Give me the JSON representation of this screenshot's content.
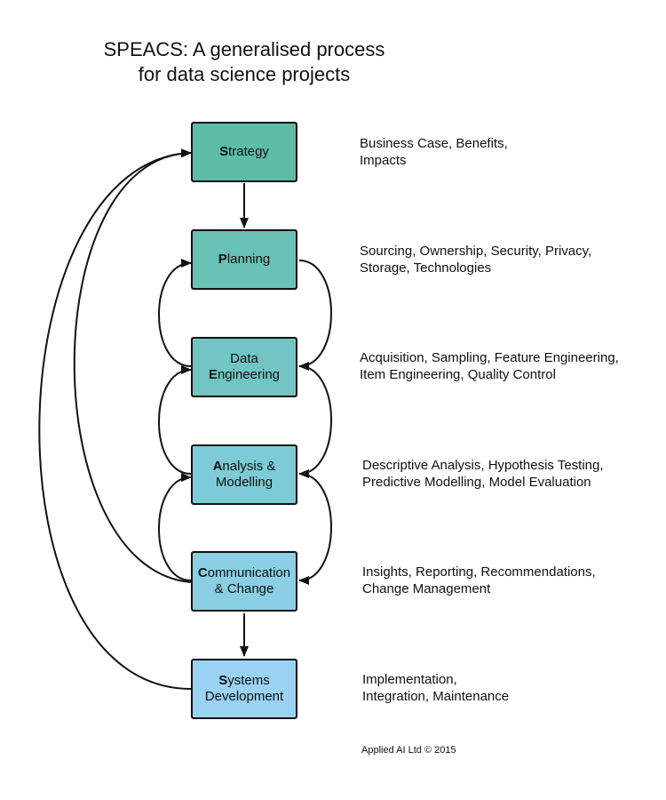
{
  "title": {
    "line1": "SPEACS: A generalised process",
    "line2": "for data science projects"
  },
  "colors": {
    "strategy": "#5dbda7",
    "planning": "#68c2b5",
    "data_engineering": "#72c5c3",
    "analysis_modelling": "#7ccbd6",
    "communication_change": "#8acfe4",
    "systems_development": "#9bd2f2",
    "stroke": "#111111"
  },
  "stages": [
    {
      "id": "strategy",
      "lead": "S",
      "rest1": "trategy",
      "line2": "",
      "desc1": "Business Case, Benefits,",
      "desc2": "Impacts"
    },
    {
      "id": "planning",
      "lead": "P",
      "rest1": "lanning",
      "line2": "",
      "desc1": "Sourcing, Ownership, Security, Privacy,",
      "desc2": "Storage, Technologies"
    },
    {
      "id": "data_engineering",
      "line1": "Data",
      "lead": "E",
      "rest2": "ngineering",
      "desc1": "Acquisition, Sampling, Feature Engineering,",
      "desc2": "Item Engineering, Quality Control"
    },
    {
      "id": "analysis_modelling",
      "lead": "A",
      "rest1": "nalysis &",
      "line2": "Modelling",
      "desc1": "Descriptive Analysis, Hypothesis Testing,",
      "desc2": "Predictive Modelling, Model Evaluation"
    },
    {
      "id": "communication_change",
      "lead": "C",
      "rest1": "ommunication",
      "line2": "& Change",
      "desc1": "Insights, Reporting, Recommendations,",
      "desc2": "Change Management"
    },
    {
      "id": "systems_development",
      "lead": "S",
      "rest1": "ystems",
      "line2": "Development",
      "desc1": "Implementation,",
      "desc2": "Integration, Maintenance"
    }
  ],
  "footer": "Applied AI Ltd © 2015"
}
